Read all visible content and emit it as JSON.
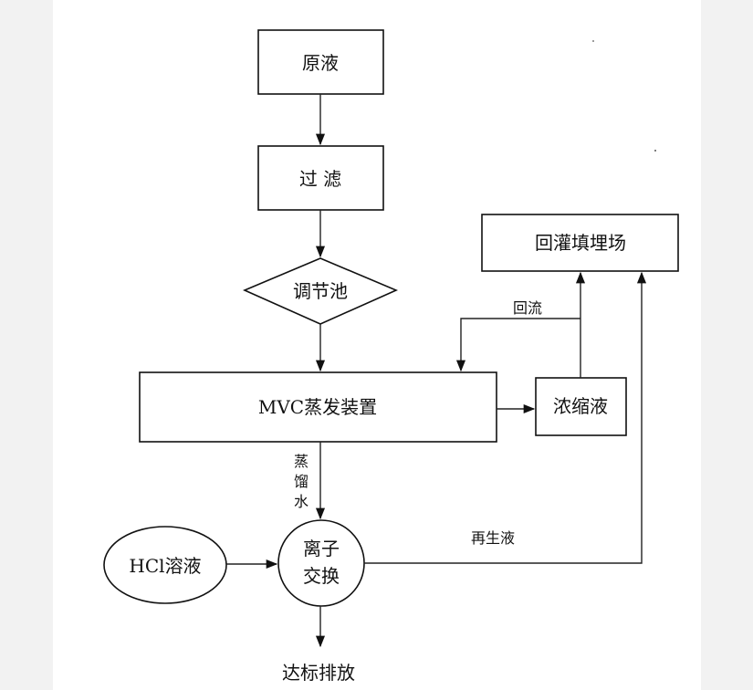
{
  "nodes": {
    "raw_liquid": "原液",
    "filtration": "过 滤",
    "regulating_tank": "调节池",
    "mvc_evaporator": "MVC蒸发装置",
    "concentrate": "浓缩液",
    "landfill_reinjection": "回灌填埋场",
    "ion_exchange_line1": "离子",
    "ion_exchange_line2": "交换",
    "hcl_solution": "HCl溶液",
    "discharge": "达标排放"
  },
  "edge_labels": {
    "reflux": "回流",
    "distillate_1": "蒸",
    "distillate_2": "馏",
    "distillate_3": "水",
    "regenerant": "再生液"
  }
}
